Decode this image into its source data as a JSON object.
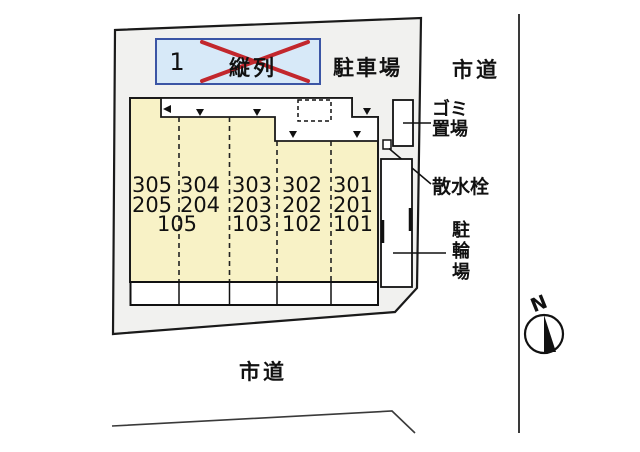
{
  "parking": {
    "space_number": "1",
    "crossed_text": "縦列",
    "crossed_out": true,
    "area_label": "駐車場"
  },
  "roads": {
    "right": "市道",
    "bottom": "市道"
  },
  "facilities": {
    "garbage": {
      "line1": "ゴミ",
      "line2": "置場"
    },
    "water_tap": "散水栓",
    "bicycle": "駐輪場"
  },
  "compass": {
    "north": "N"
  },
  "building": {
    "floor3": [
      "305",
      "304",
      "303",
      "302",
      "301"
    ],
    "floor2": [
      "205",
      "204",
      "203",
      "202",
      "201"
    ],
    "floor1": [
      "105",
      "103",
      "102",
      "101"
    ]
  },
  "colors": {
    "plot_fill": "#f1f1ef",
    "building_fill": "#f8f2c6",
    "corridor_fill": "#ffffff",
    "parking_box_fill": "#d7e9f8",
    "parking_box_border": "#3b55a5",
    "cross_red": "#c2272d",
    "line_black": "#1a1a1a"
  }
}
